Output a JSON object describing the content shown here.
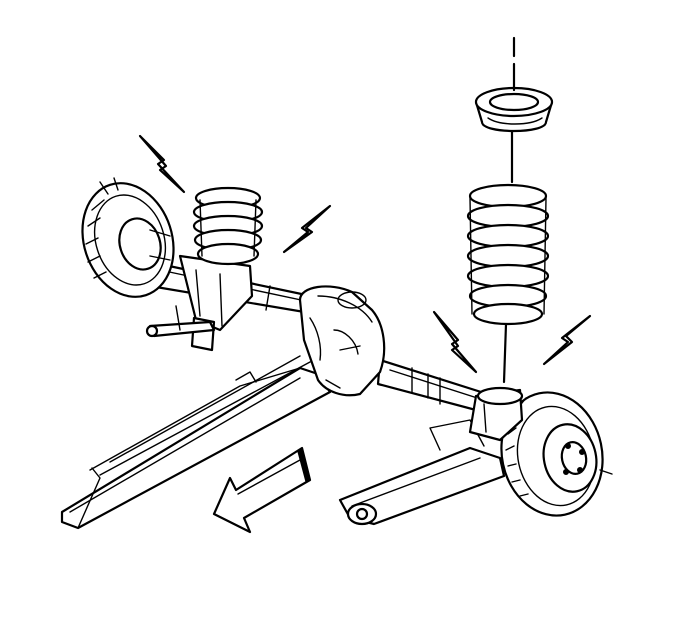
{
  "diagram": {
    "background": "#ffffff",
    "ink": "#000000",
    "parts": [
      "rear-axle-housing",
      "differential-carrier",
      "left-brake-rotor",
      "right-brake-rotor",
      "left-coil-spring",
      "right-coil-spring",
      "spring-insulator",
      "left-trailing-arm",
      "right-trailing-arm",
      "stabilizer-link",
      "noise-symbol",
      "front-direction-arrow"
    ]
  }
}
